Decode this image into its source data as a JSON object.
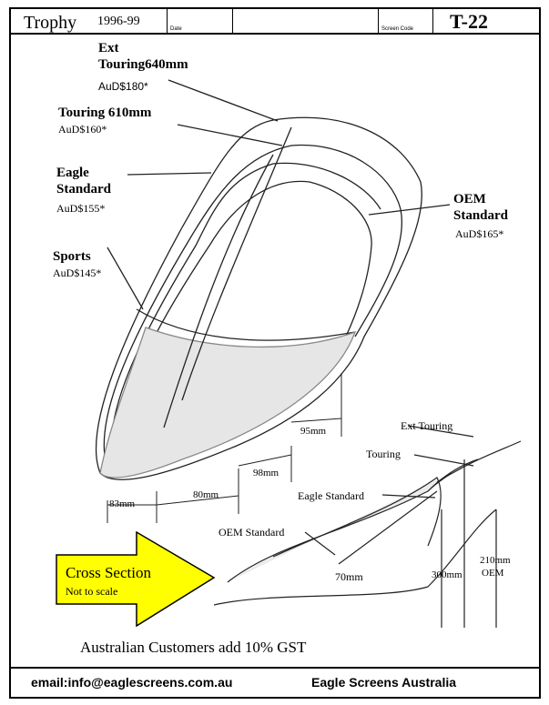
{
  "header": {
    "title": "Trophy",
    "years": "1996-99",
    "date_label": "Date",
    "screen_code_label": "Screen Code",
    "screen_code": "T-22"
  },
  "screens": [
    {
      "name_line1": "Ext",
      "name_line2": "Touring640mm",
      "price": "AuD$180*"
    },
    {
      "name_line1": "Touring 610mm",
      "price": "AuD$160*"
    },
    {
      "name_line1": "Eagle",
      "name_line2": "Standard",
      "price": "AuD$155*"
    },
    {
      "name_line1": "OEM",
      "name_line2": "Standard",
      "price": "AuD$165*"
    },
    {
      "name_line1": "Sports",
      "price": "AuD$145*"
    }
  ],
  "dimensions": {
    "d83": "83mm",
    "d80": "80mm",
    "d98": "98mm",
    "d95": "95mm",
    "d70": "70mm",
    "d300": "300mm",
    "d210a": "210mm",
    "d210b": "OEM"
  },
  "cross_section_labels": {
    "ext_touring": "Ext Touring",
    "touring": "Touring",
    "eagle_standard": "Eagle Standard",
    "oem_standard": "OEM Standard"
  },
  "arrow": {
    "line1": "Cross Section",
    "line2": "Not to scale",
    "fill_color": "#ffff00"
  },
  "notice": "Australian Customers add 10% GST",
  "footer": {
    "email": "email:info@eaglescreens.com.au",
    "company": "Eagle Screens Australia"
  }
}
